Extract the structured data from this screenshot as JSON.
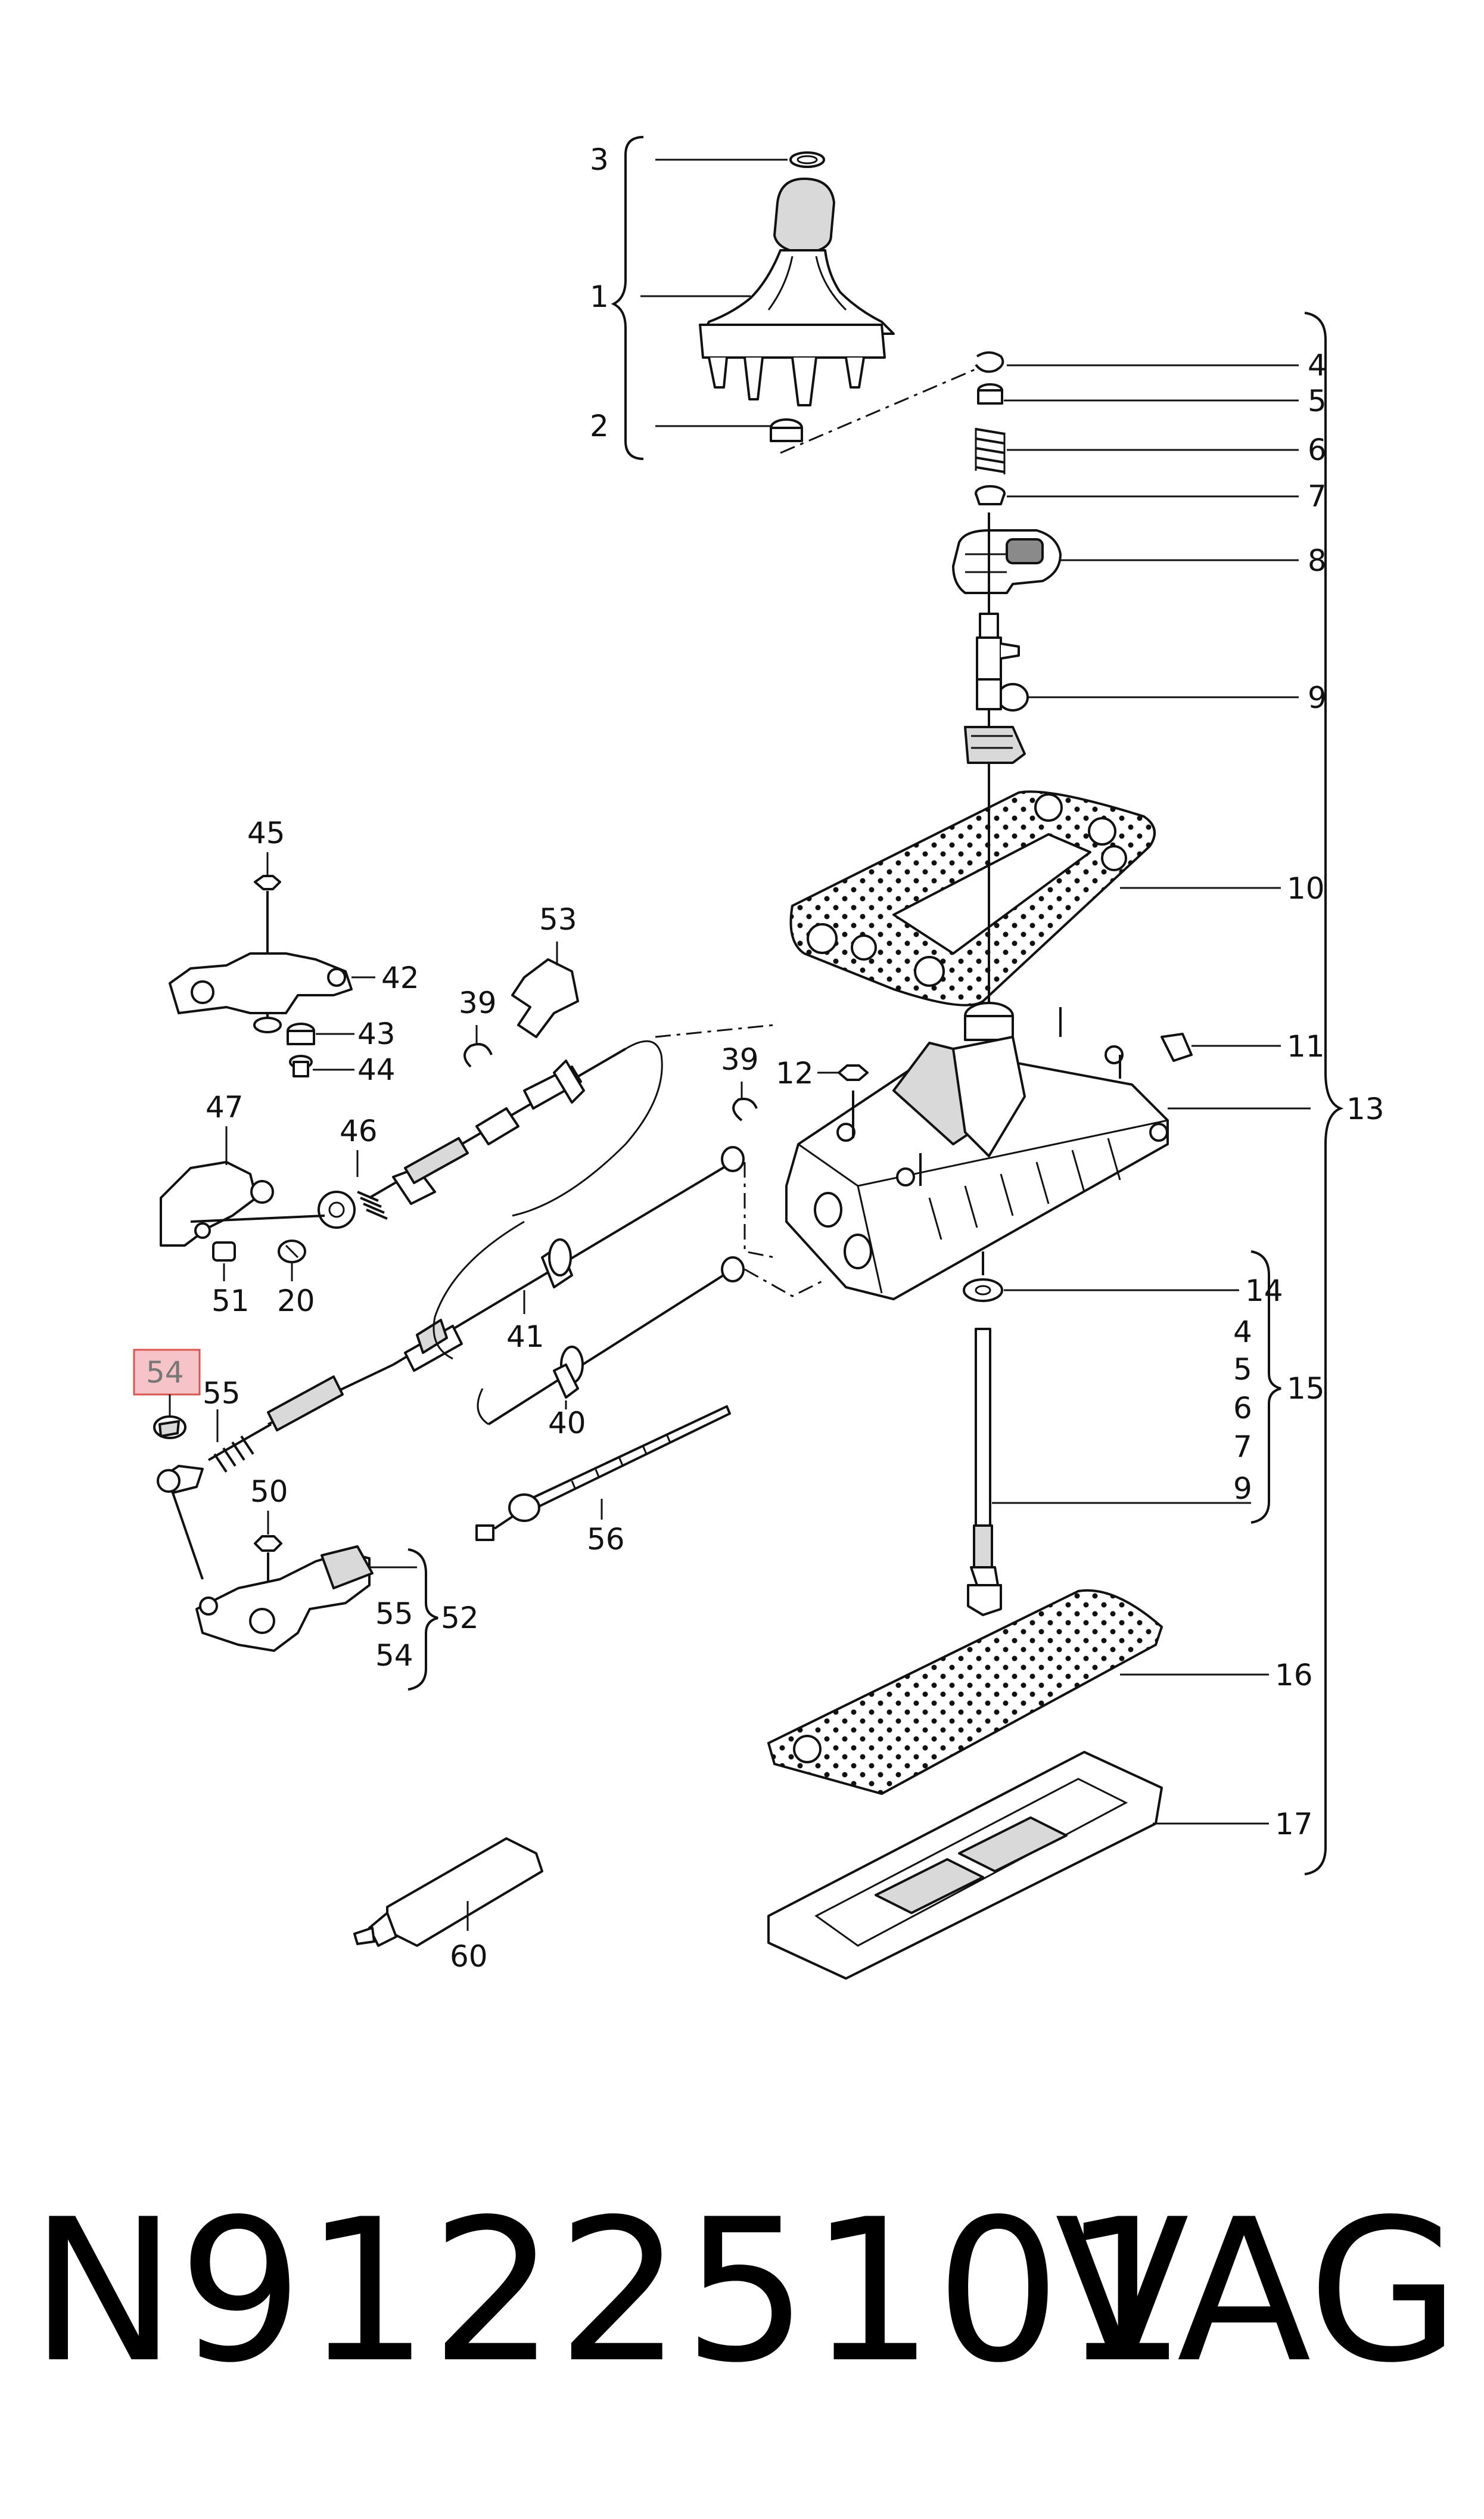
{
  "diagram": {
    "callouts": {
      "c1": "1",
      "c2": "2",
      "c3": "3",
      "c4": "4",
      "c5": "5",
      "c6": "6",
      "c7": "7",
      "c8": "8",
      "c9": "9",
      "c10": "10",
      "c11": "11",
      "c12": "12",
      "c13": "13",
      "c14": "14",
      "c15": "15",
      "g15a": "4",
      "g15b": "5",
      "g15c": "6",
      "g15d": "7",
      "g15e": "9",
      "c16": "16",
      "c17": "17",
      "c20": "20",
      "c39a": "39",
      "c39b": "39",
      "c40": "40",
      "c41": "41",
      "c42": "42",
      "c43": "43",
      "c44": "44",
      "c45": "45",
      "c46": "46",
      "c47": "47",
      "c50": "50",
      "c51": "51",
      "c52": "52",
      "g52a": "55",
      "g52b": "54",
      "c53": "53",
      "c54": "54",
      "c55": "55",
      "c56": "56",
      "c60": "60"
    },
    "highlighted_part": "54"
  },
  "footer": {
    "part_number": "N91225101",
    "brand": "VAG"
  },
  "colors": {
    "highlight_fill": "#f6c4c8",
    "highlight_border": "#d9534f",
    "line": "#111111"
  }
}
